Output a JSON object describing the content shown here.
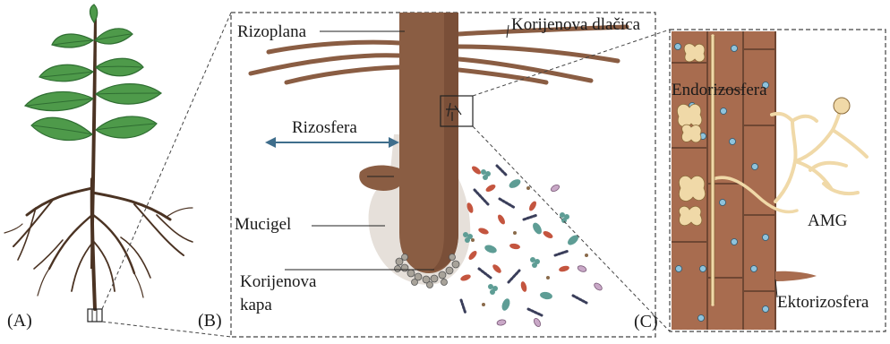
{
  "labels": {
    "rizoplana": "Rizoplana",
    "korijenova_dlacica": "Korijenova dlačica",
    "rizosfera": "Rizosfera",
    "mucigel": "Mucigel",
    "korijenova_kapa_line1": "Korijenova",
    "korijenova_kapa_line2": "kapa",
    "endorizosfera": "Endorizosfera",
    "amg": "AMG",
    "ektorizosfera": "Ektorizosfera"
  },
  "panels": {
    "a": "(A)",
    "b": "(B)",
    "c": "(C)"
  },
  "colors": {
    "root": "#8a5d43",
    "root_dark": "#6f4733",
    "leaf": "#4e9a4a",
    "leaf_dark": "#2f6e32",
    "stem": "#4b3323",
    "mucigel": "#e6e0da",
    "cell": "#a86c4f",
    "fungus": "#f0d9a8",
    "arrow": "#3f6e8c"
  }
}
